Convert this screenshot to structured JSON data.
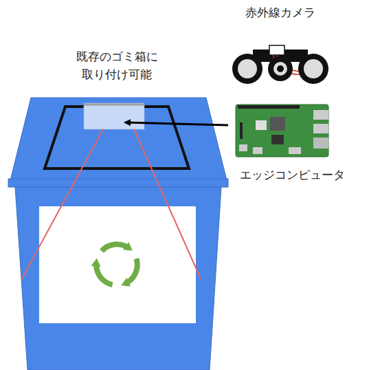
{
  "diagram": {
    "labels": [
      "赤外線カメラ",
      "既存のゴミ箱に 取り付け可能",
      "エッジコンピュータ"
    ]
  }
}
